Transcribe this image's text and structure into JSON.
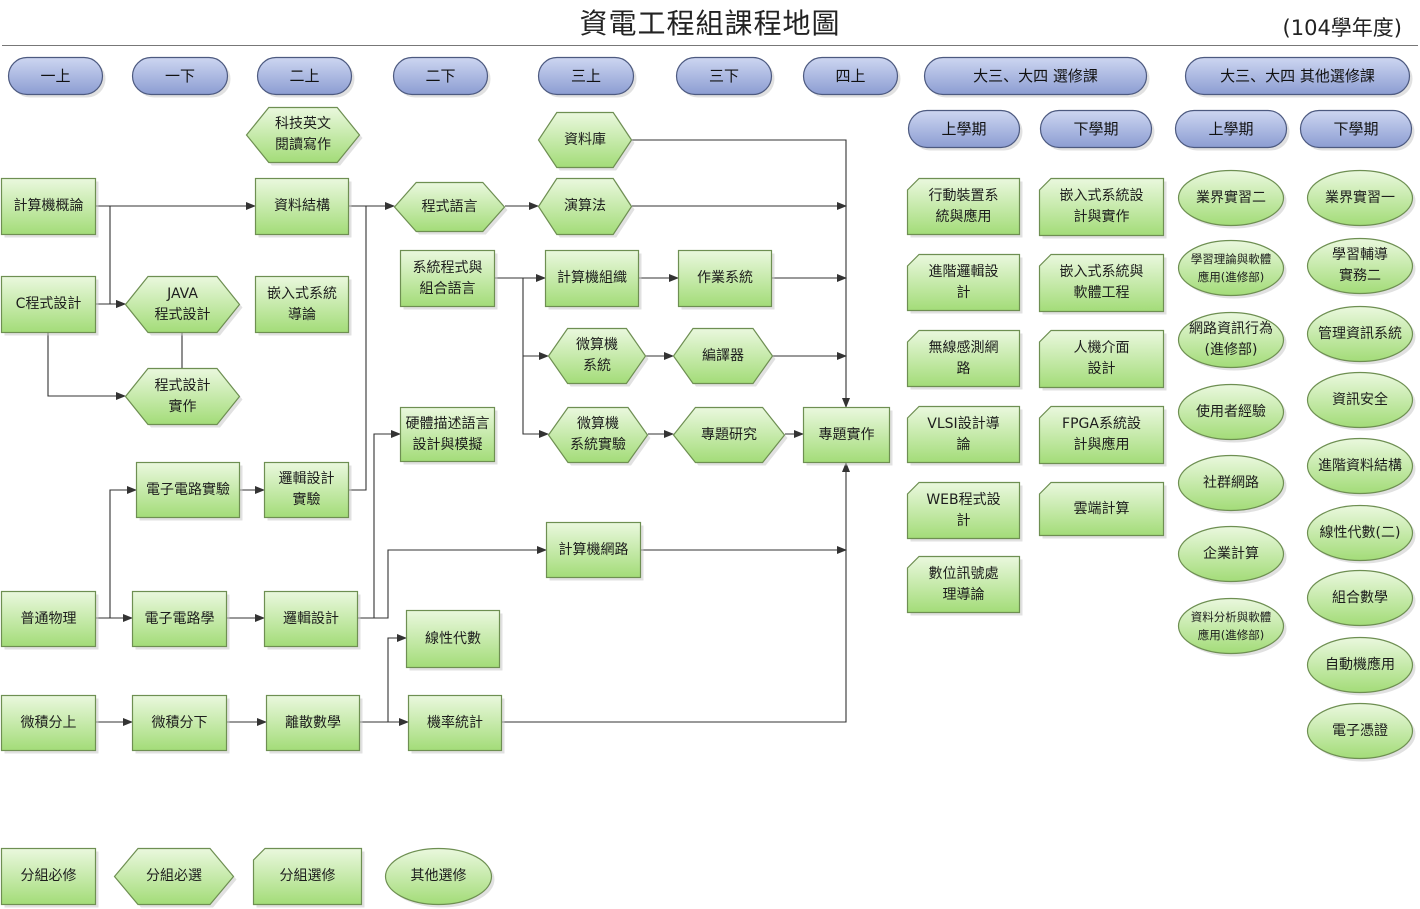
{
  "header": {
    "title": "資電工程組課程地圖",
    "year": "(104學年度)"
  },
  "colors": {
    "green_top": "#eaf8de",
    "green_bottom": "#a3dc78",
    "green_border": "#6e8f52",
    "blue_top": "#cdd6f1",
    "blue_bottom": "#8c9dd2",
    "blue_border": "#4d5a80",
    "line": "#333333"
  },
  "semesters": {
    "y1a": "一上",
    "y1b": "一下",
    "y2a": "二上",
    "y2b": "二下",
    "y3a": "三上",
    "y3b": "三下",
    "y4a": "四上",
    "elective": "大三、大四 選修課",
    "other": "大三、大四 其他選修課",
    "e_fall": "上學期",
    "e_spring": "下學期",
    "o_fall": "上學期",
    "o_spring": "下學期"
  },
  "courses": {
    "eng": "科技英文\n閱讀寫作",
    "intro": "計算機概論",
    "ds": "資料結構",
    "pl": "程式語言",
    "db": "資料庫",
    "algo": "演算法",
    "c": "C程式設計",
    "java": "JAVA\n程式設計",
    "emb_intro": "嵌入式系統\n導論",
    "sysprog": "系統程式與\n組合語言",
    "co": "計算機組織",
    "os": "作業系統",
    "prog_prac": "程式設計\n實作",
    "micro": "微算機\n系統",
    "compiler": "編譯器",
    "hdl": "硬體描述語言\n設計與模擬",
    "micro_lab": "微算機\n系統實驗",
    "research": "專題研究",
    "project": "專題實作",
    "ec_lab": "電子電路實驗",
    "logic_lab": "邏輯設計\n實驗",
    "net": "計算機網路",
    "physics": "普通物理",
    "ec": "電子電路學",
    "logic": "邏輯設計",
    "linalg": "線性代數",
    "calc1": "微積分上",
    "calc2": "微積分下",
    "discrete": "離散數學",
    "prob": "機率統計"
  },
  "electives_fall": [
    "行動裝置系\n統與應用",
    "進階邏輯設\n計",
    "無線感測網\n路",
    "VLSI設計導\n論",
    "WEB程式設\n計",
    "數位訊號處\n理導論"
  ],
  "electives_spring": [
    "嵌入式系統設\n計與實作",
    "嵌入式系統與\n軟體工程",
    "人機介面\n設計",
    "FPGA系統設\n計與應用",
    "雲端計算"
  ],
  "other_fall": [
    "業界實習二",
    "學習理論與軟體\n應用(進修部)",
    "網路資訊行為\n(進修部)",
    "使用者經驗",
    "社群網路",
    "企業計算",
    "資料分析與軟體\n應用(進修部)"
  ],
  "other_spring": [
    "業界實習一",
    "學習輔導\n實務二",
    "管理資訊系統",
    "資訊安全",
    "進階資料結構",
    "線性代數(二)",
    "組合數學",
    "自動機應用",
    "電子憑證"
  ],
  "legend": {
    "required": "分組必修",
    "required_elective": "分組必選",
    "group_elective": "分組選修",
    "other_elective": "其他選修"
  }
}
